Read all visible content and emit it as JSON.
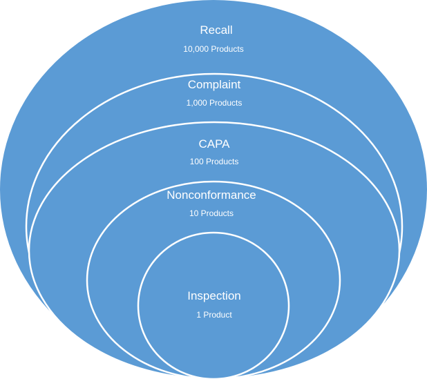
{
  "diagram": {
    "fill_color": "#5b9bd5",
    "outline_color": "#ffffff",
    "levels": [
      {
        "label": "Recall",
        "count": "10,000 Products"
      },
      {
        "label": "Complaint",
        "count": "1,000 Products"
      },
      {
        "label": "CAPA",
        "count": "100 Products"
      },
      {
        "label": "Nonconformance",
        "count": "10 Products"
      },
      {
        "label": "Inspection",
        "count": "1 Product"
      }
    ]
  }
}
